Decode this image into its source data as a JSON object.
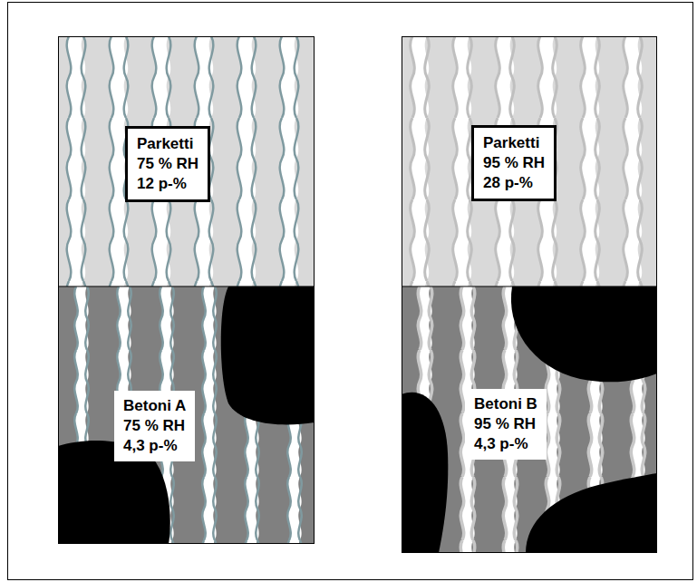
{
  "diagram": {
    "nodes": [
      {
        "text": [
          "Parketti",
          "75 % RH",
          "12 p-%"
        ]
      },
      {
        "text": [
          "Betoni A",
          "75 % RH",
          "4,3 p-%"
        ]
      },
      {
        "text": [
          "Parketti",
          "95 % RH",
          "28 p-%"
        ]
      },
      {
        "text": [
          "Betoni B",
          "95 % RH",
          "4,3 p-%"
        ]
      }
    ]
  }
}
